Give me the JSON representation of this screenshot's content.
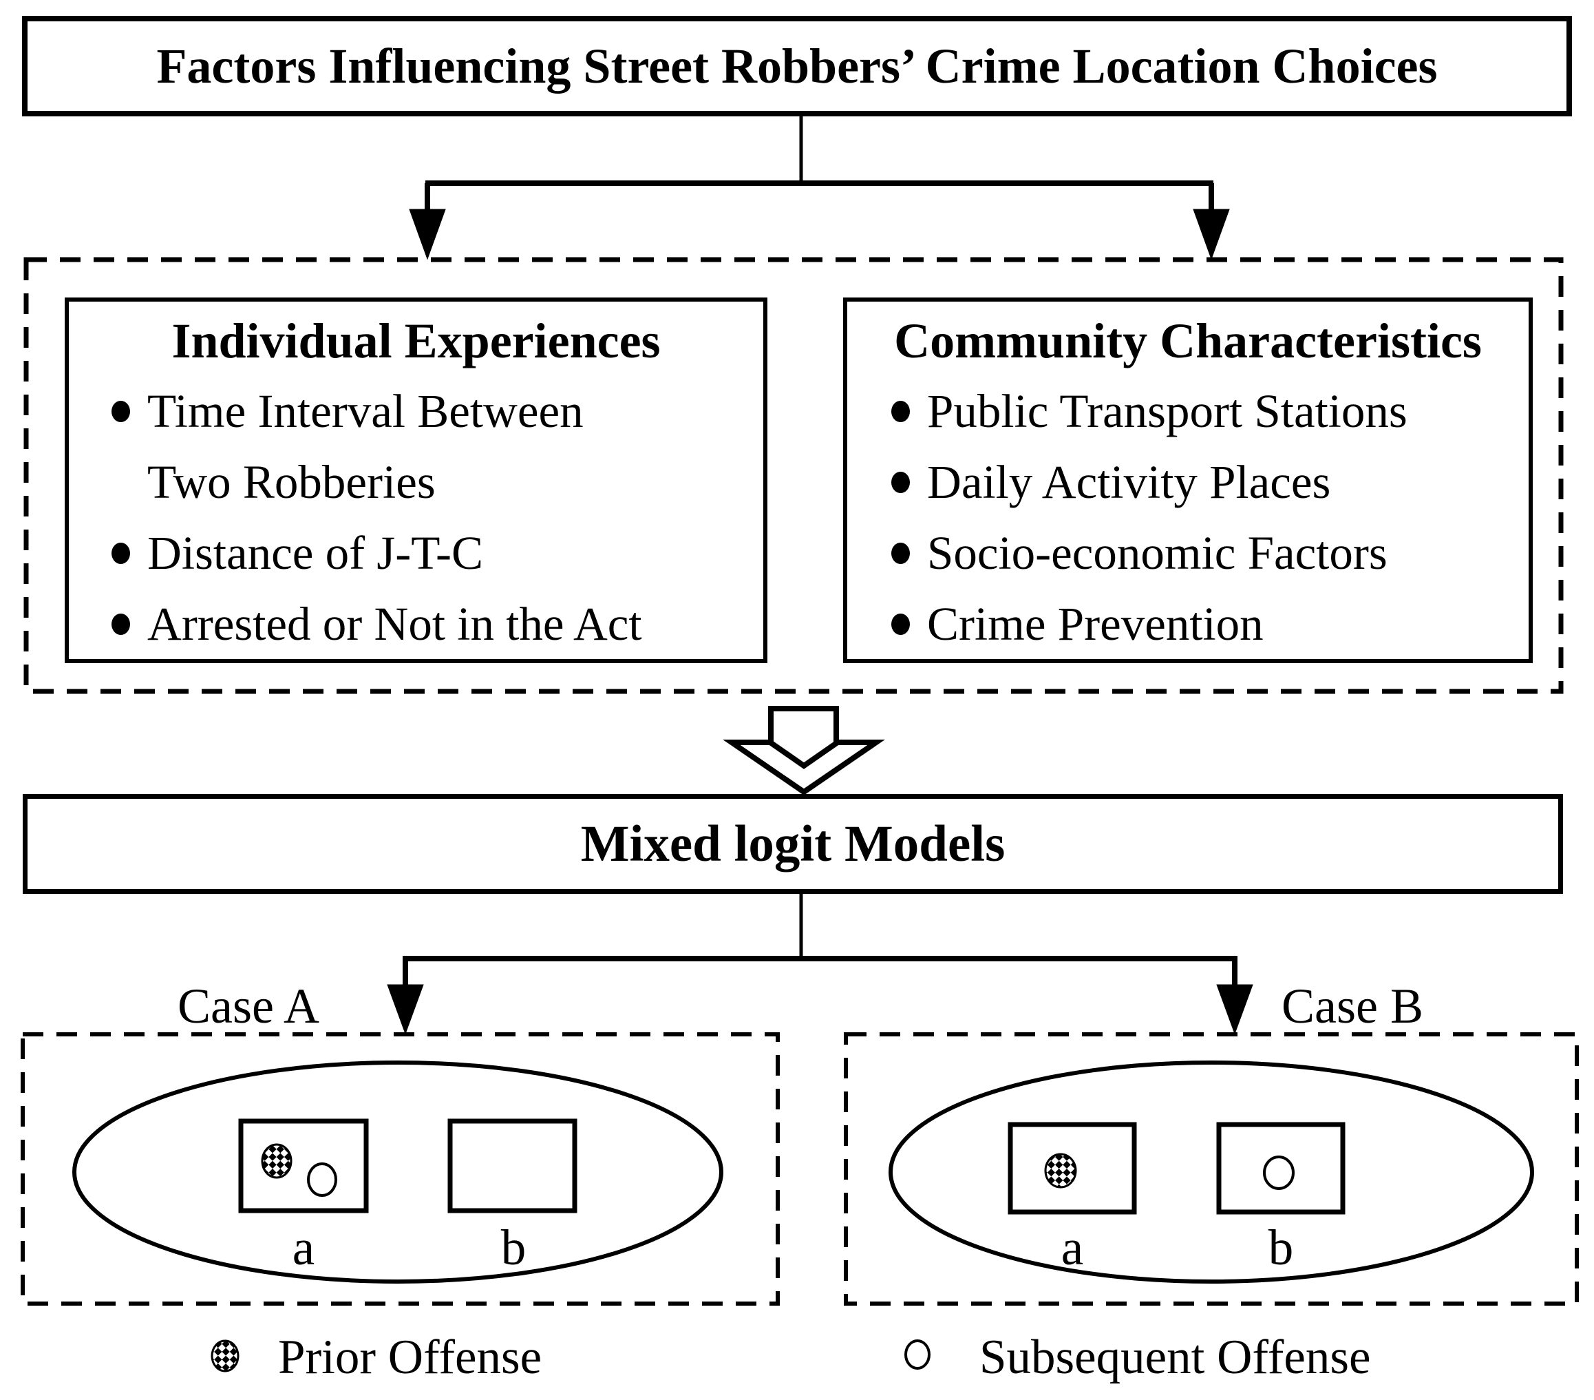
{
  "title": "Factors Influencing Street Robbers’ Crime Location Choices",
  "panels": [
    {
      "header": "Individual Experiences",
      "items": [
        "Time Interval Between Two Robberies",
        "Distance of J-T-C",
        "Arrested or Not in the Act"
      ]
    },
    {
      "header": "Community Characteristics",
      "items": [
        "Public Transport Stations",
        "Daily Activity Places",
        "Socio-economic Factors",
        "Crime Prevention"
      ]
    }
  ],
  "model_box": {
    "label": "Mixed logit Models"
  },
  "cases": [
    {
      "label": "Case A",
      "alternatives": [
        {
          "label": "a",
          "markers": [
            "prior-offense",
            "subsequent-offense"
          ]
        },
        {
          "label": "b",
          "markers": []
        }
      ]
    },
    {
      "label": "Case B",
      "alternatives": [
        {
          "label": "a",
          "markers": [
            "prior-offense"
          ]
        },
        {
          "label": "b",
          "markers": [
            "subsequent-offense"
          ]
        }
      ]
    }
  ],
  "legend": [
    {
      "symbol": "checkered-circle",
      "label": "Prior Offense"
    },
    {
      "symbol": "open-circle",
      "label": "Subsequent Offense"
    }
  ],
  "colors": {
    "ink": "#000000",
    "background": "#ffffff"
  }
}
